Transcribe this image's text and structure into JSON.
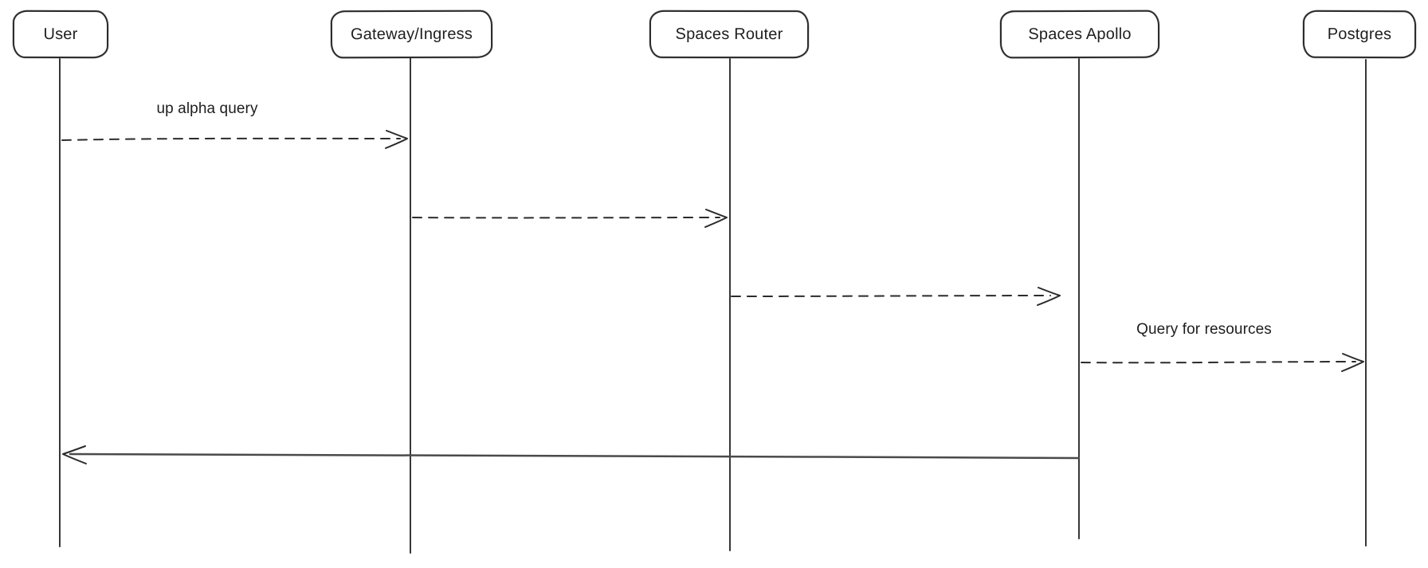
{
  "diagram": {
    "type": "sequence-diagram",
    "style": "hand-drawn",
    "background_color": "#ffffff",
    "stroke_color": "#2b2b2b",
    "text_color": "#1e1e1e",
    "participants": [
      {
        "id": "user",
        "label": "User"
      },
      {
        "id": "gateway-ingress",
        "label": "Gateway/Ingress"
      },
      {
        "id": "spaces-router",
        "label": "Spaces Router"
      },
      {
        "id": "spaces-apollo",
        "label": "Spaces Apollo"
      },
      {
        "id": "postgres",
        "label": "Postgres"
      }
    ],
    "messages": [
      {
        "from": "User",
        "to": "Gateway/Ingress",
        "label": "up alpha query",
        "line_style": "dashed",
        "direction": "right"
      },
      {
        "from": "Gateway/Ingress",
        "to": "Spaces Router",
        "label": "",
        "line_style": "dashed",
        "direction": "right"
      },
      {
        "from": "Spaces Router",
        "to": "Spaces Apollo",
        "label": "",
        "line_style": "dashed",
        "direction": "right"
      },
      {
        "from": "Spaces Apollo",
        "to": "Postgres",
        "label": "Query for resources",
        "line_style": "dashed",
        "direction": "right"
      },
      {
        "from": "Spaces Apollo",
        "to": "User",
        "label": "",
        "line_style": "solid",
        "direction": "left"
      }
    ]
  }
}
